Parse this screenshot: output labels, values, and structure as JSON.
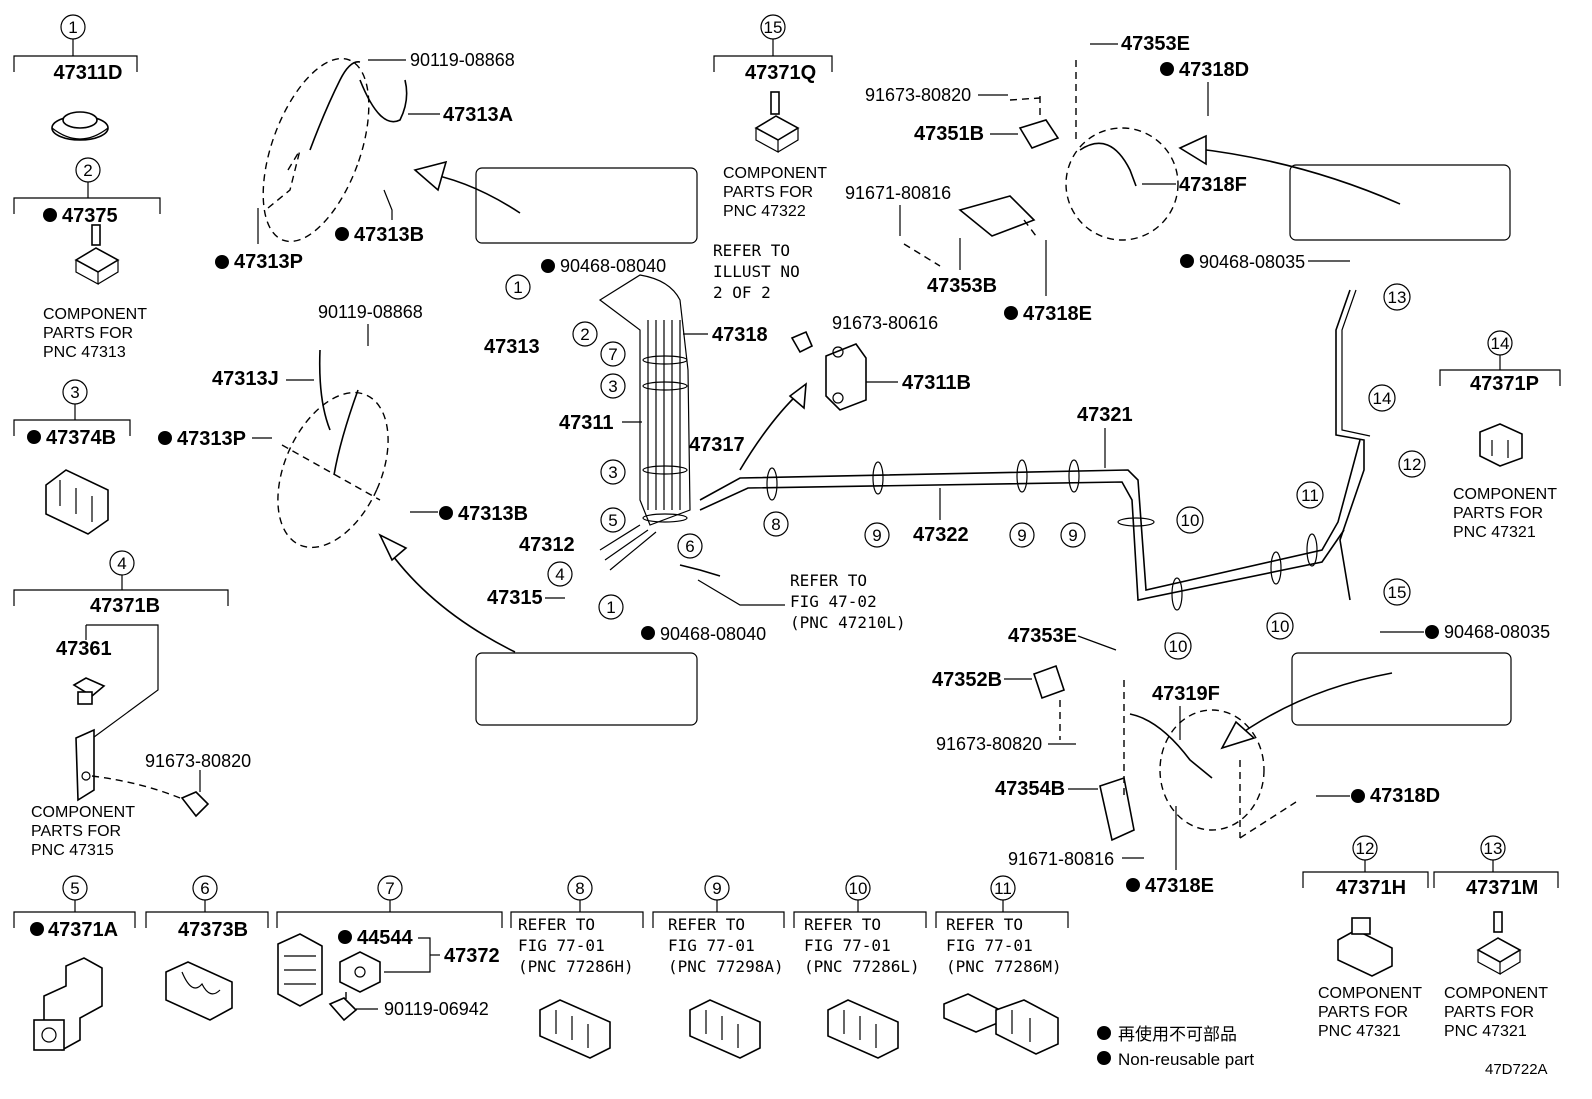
{
  "kits": [
    {
      "num": "1",
      "part": "47311D",
      "dot": false
    },
    {
      "num": "2",
      "part": "47375",
      "dot": true,
      "note": [
        "COMPONENT",
        "PARTS FOR",
        "PNC 47313"
      ]
    },
    {
      "num": "3",
      "part": "47374B",
      "dot": true
    },
    {
      "num": "4",
      "part": "47371B",
      "dot": false,
      "sub": "47361",
      "bolt": "91673-80820",
      "note": [
        "COMPONENT",
        "PARTS FOR",
        "PNC 47315"
      ]
    },
    {
      "num": "5",
      "part": "47371A",
      "dot": true
    },
    {
      "num": "6",
      "part": "47373B",
      "dot": false
    },
    {
      "num": "7",
      "part": "44544",
      "dot": true,
      "sub": "47372",
      "bolt": "90119-06942"
    },
    {
      "num": "8",
      "refer": [
        "REFER TO",
        "FIG 77-01",
        "(PNC 77286H)"
      ]
    },
    {
      "num": "9",
      "refer": [
        "REFER TO",
        "FIG 77-01",
        "(PNC 77298A)"
      ]
    },
    {
      "num": "10",
      "refer": [
        "REFER TO",
        "FIG 77-01",
        "(PNC 77286L)"
      ]
    },
    {
      "num": "11",
      "refer": [
        "REFER TO",
        "FIG 77-01",
        "(PNC 77286M)"
      ]
    },
    {
      "num": "12",
      "part": "47371H",
      "dot": false,
      "note": [
        "COMPONENT",
        "PARTS FOR",
        "PNC 47321"
      ]
    },
    {
      "num": "13",
      "part": "47371M",
      "dot": false,
      "note": [
        "COMPONENT",
        "PARTS FOR",
        "PNC 47321"
      ]
    },
    {
      "num": "14",
      "part": "47371P",
      "dot": false,
      "note": [
        "COMPONENT",
        "PARTS FOR",
        "PNC 47321"
      ]
    },
    {
      "num": "15",
      "part": "47371Q",
      "dot": false,
      "note": [
        "COMPONENT",
        "PARTS FOR",
        "PNC 47322"
      ]
    }
  ],
  "labels": {
    "p90119_08868a": "90119-08868",
    "p47313A": "47313A",
    "p47313B_top": "47313B",
    "p47313P_top": "47313P",
    "p90468_08040_top": "90468-08040",
    "refer_illust": [
      "REFER TO",
      "ILLUST NO",
      "2 OF 2"
    ],
    "p47313": "47313",
    "p47318": "47318",
    "p90119_08868b": "90119-08868",
    "p47313J": "47313J",
    "p47313P_mid": "47313P",
    "p47313B_mid": "47313B",
    "p47311": "47311",
    "p47317": "47317",
    "p47312": "47312",
    "p47315": "47315",
    "p90468_08040_bot": "90468-08040",
    "refer_fig": [
      "REFER TO",
      "FIG 47-02",
      "(PNC 47210L)"
    ],
    "p91673_80616": "91673-80616",
    "p47311B": "47311B",
    "p47321": "47321",
    "p47322": "47322",
    "p47353E_top": "47353E",
    "p47318D_top": "47318D",
    "p91673_80820_top": "91673-80820",
    "p47351B": "47351B",
    "p47318F": "47318F",
    "p91671_80816_top": "91671-80816",
    "p47353B": "47353B",
    "p47318E_top": "47318E",
    "p90468_08035_top": "90468-08035",
    "p90468_08035_bot": "90468-08035",
    "p47353E_bot": "47353E",
    "p47352B": "47352B",
    "p47319F": "47319F",
    "p91673_80820_bot": "91673-80820",
    "p47354B": "47354B",
    "p47318D_bot": "47318D",
    "p91671_80816_bot": "91671-80816",
    "p47318E_bot": "47318E"
  },
  "legend": {
    "jp": "再使用不可部品",
    "en": "Non-reusable part"
  },
  "figure_id": "47D722A"
}
